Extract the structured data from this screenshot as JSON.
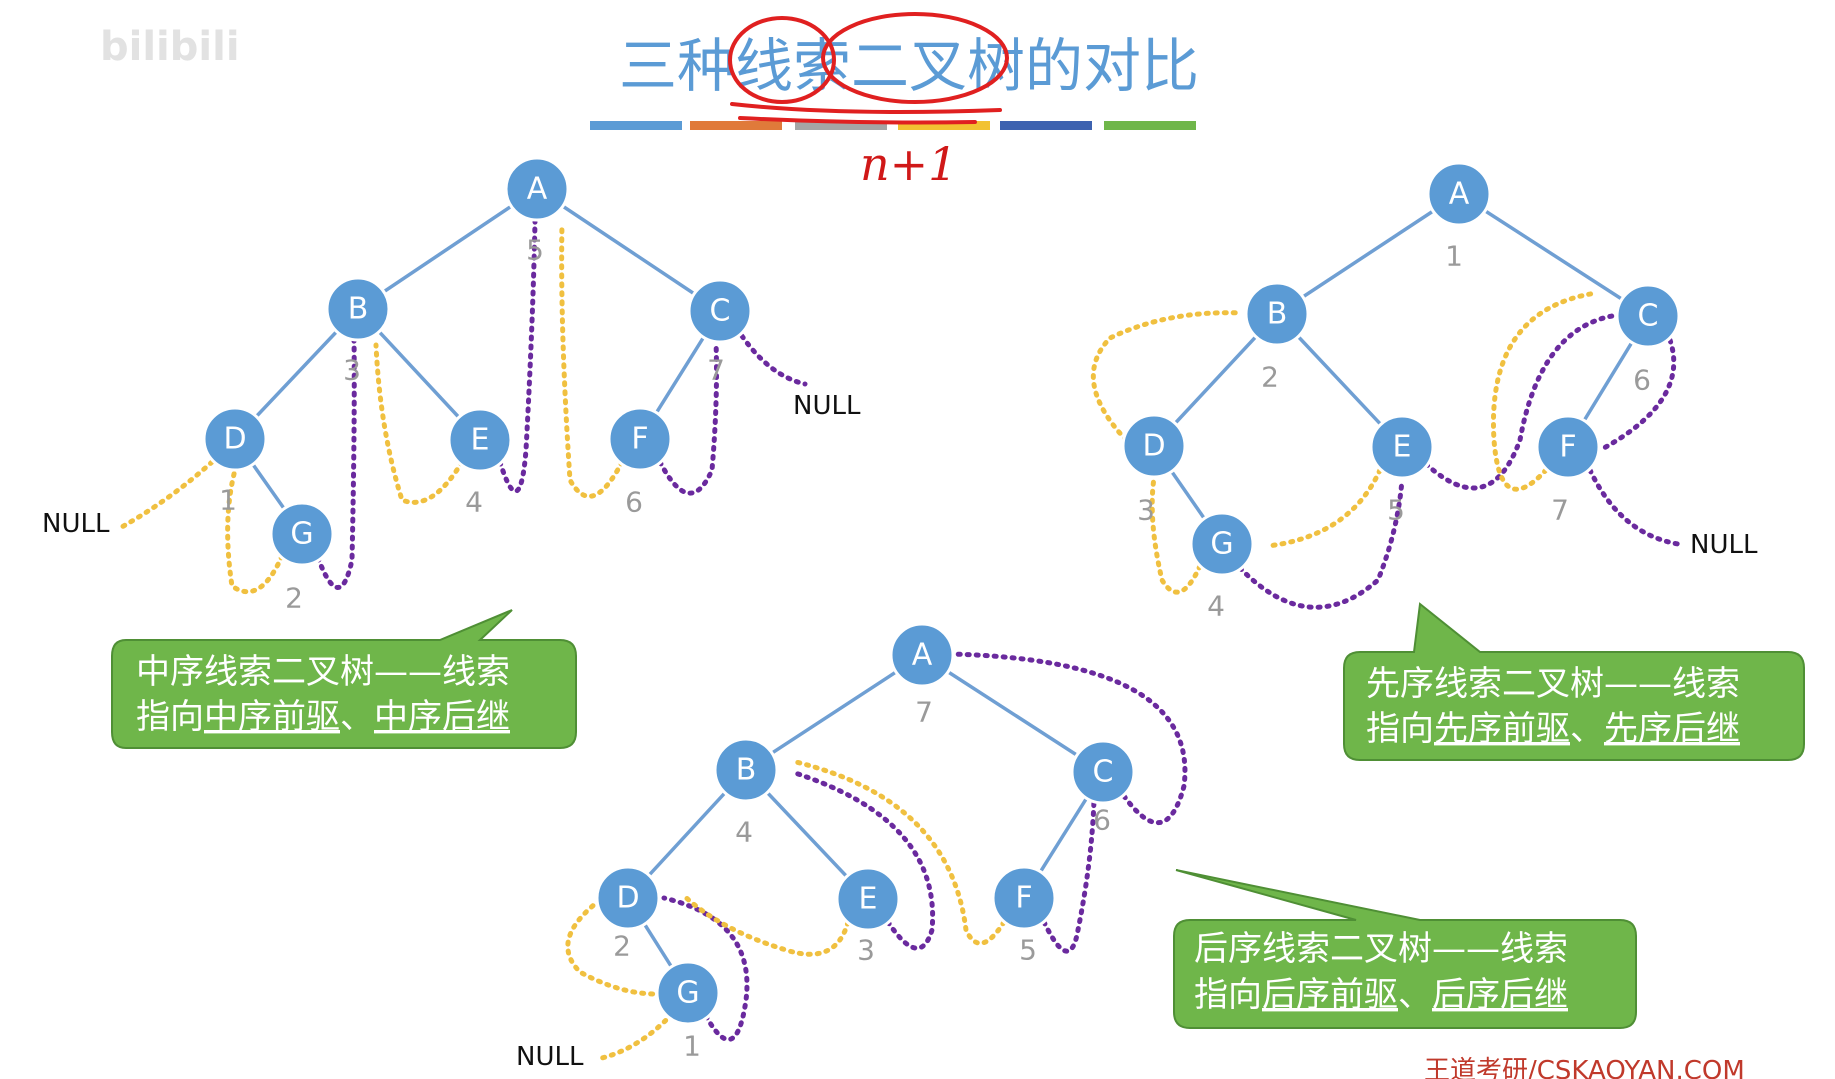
{
  "watermark": "bilibili",
  "title": "三种线索二叉树的对比",
  "handwritten_annotation": "n+1",
  "footer_credit": "王道考研/CSKAOYAN.COM",
  "color_bar": [
    "#5b9bd5",
    "#e07a3a",
    "#a5a5a5",
    "#f2c232",
    "#3d62b0",
    "#6fb64a"
  ],
  "colors": {
    "node": "#5b9bd5",
    "edge": "#6f9fd3",
    "predecessor_thread": "#f0c040",
    "successor_thread": "#6a2a9e",
    "callout": "#6fb64a"
  },
  "null_label": "NULL",
  "trees": [
    {
      "id": "inorder",
      "nodes": [
        {
          "id": "A",
          "order": "5"
        },
        {
          "id": "B",
          "order": "3"
        },
        {
          "id": "C",
          "order": "7"
        },
        {
          "id": "D",
          "order": "1"
        },
        {
          "id": "E",
          "order": "4"
        },
        {
          "id": "F",
          "order": "6"
        },
        {
          "id": "G",
          "order": "2"
        }
      ],
      "callout": {
        "line1": "中序线索二叉树——线索",
        "line2_prefix": "指向",
        "pred": "中序前驱",
        "sep": "、",
        "succ": "中序后继"
      }
    },
    {
      "id": "preorder",
      "nodes": [
        {
          "id": "A",
          "order": "1"
        },
        {
          "id": "B",
          "order": "2"
        },
        {
          "id": "C",
          "order": "6"
        },
        {
          "id": "D",
          "order": "3"
        },
        {
          "id": "E",
          "order": "5"
        },
        {
          "id": "F",
          "order": "7"
        },
        {
          "id": "G",
          "order": "4"
        }
      ],
      "callout": {
        "line1": "先序线索二叉树——线索",
        "line2_prefix": "指向",
        "pred": "先序前驱",
        "sep": "、",
        "succ": "先序后继"
      }
    },
    {
      "id": "postorder",
      "nodes": [
        {
          "id": "A",
          "order": "7"
        },
        {
          "id": "B",
          "order": "4"
        },
        {
          "id": "C",
          "order": "6"
        },
        {
          "id": "D",
          "order": "2"
        },
        {
          "id": "E",
          "order": "3"
        },
        {
          "id": "F",
          "order": "5"
        },
        {
          "id": "G",
          "order": "1"
        }
      ],
      "callout": {
        "line1": "后序线索二叉树——线索",
        "line2_prefix": "指向",
        "pred": "后序前驱",
        "sep": "、",
        "succ": "后序后继"
      }
    }
  ]
}
